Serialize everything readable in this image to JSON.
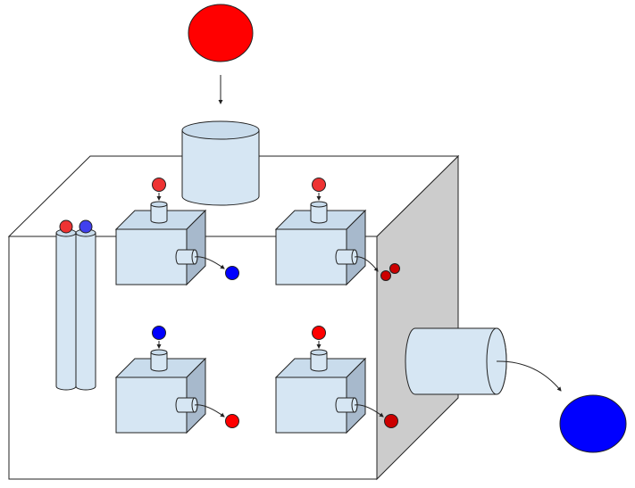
{
  "colors": {
    "background": "#ffffff",
    "stroke": "#222222",
    "light_blue": "#d6e6f3",
    "blue_side": "#a7b9cc",
    "blue_top": "#c9dcec",
    "panel_grey": "#cccccc",
    "red_ball": "#ff0000",
    "red_small": "#ee3333",
    "red_dark": "#cc0000",
    "blue_ball": "#0000ff",
    "blue_small": "#1111ee",
    "blue_soft": "#4040ee"
  },
  "icons": {
    "input_ball": "red-circle",
    "output_ball": "blue-circle",
    "hopper": "cylinder",
    "tubes": "vertical-tube-pair",
    "exit_pipe": "horizontal-cylinder",
    "module": "box-with-ports"
  },
  "modules": [
    {
      "name": "module-top-left",
      "input_color": "red_small",
      "output_colors": [
        "blue_ball"
      ]
    },
    {
      "name": "module-top-right",
      "input_color": "red_small",
      "output_colors": [
        "red_dark",
        "red_dark"
      ]
    },
    {
      "name": "module-bottom-left",
      "input_color": "blue_ball",
      "output_colors": [
        "red_ball"
      ]
    },
    {
      "name": "module-bottom-right",
      "input_color": "red_ball",
      "output_colors": [
        "red_dark"
      ]
    }
  ]
}
